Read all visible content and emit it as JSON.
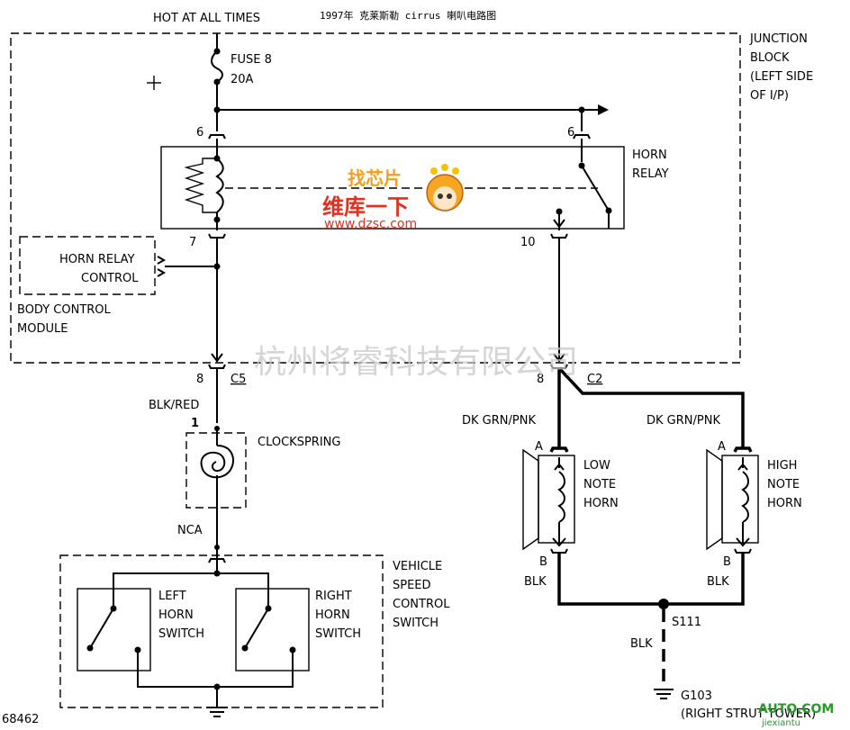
{
  "header": {
    "hot_label": "HOT AT ALL TIMES",
    "title": "1997年 克莱斯勒 cirrus 喇叭电路图"
  },
  "junction_block": {
    "line1": "JUNCTION",
    "line2": "BLOCK",
    "line3": "(LEFT SIDE",
    "line4": "OF I/P)"
  },
  "fuse": {
    "name": "FUSE 8",
    "rating": "20A"
  },
  "horn_relay": {
    "label_line1": "HORN",
    "label_line2": "RELAY",
    "pin_in_left": "6",
    "pin_in_right": "6",
    "pin_out_left": "7",
    "pin_out_right": "10"
  },
  "body_control_module": {
    "box_line1": "HORN RELAY",
    "box_line2": "CONTROL",
    "label_line1": "BODY CONTROL",
    "label_line2": "MODULE"
  },
  "connectors": {
    "c5_pin": "8",
    "c5_name": "C5",
    "c2_pin": "8",
    "c2_name": "C2"
  },
  "wires": {
    "blk_red": "BLK/RED",
    "nca": "NCA",
    "dk_grn_pnk_left": "DK GRN/PNK",
    "dk_grn_pnk_right": "DK GRN/PNK",
    "blk_low": "BLK",
    "blk_high": "BLK",
    "blk_ground": "BLK"
  },
  "clockspring": {
    "pin": "1",
    "label": "CLOCKSPRING"
  },
  "speed_control": {
    "line1": "VEHICLE",
    "line2": "SPEED",
    "line3": "CONTROL",
    "line4": "SWITCH",
    "left_switch_line1": "LEFT",
    "left_switch_line2": "HORN",
    "left_switch_line3": "SWITCH",
    "right_switch_line1": "RIGHT",
    "right_switch_line2": "HORN",
    "right_switch_line3": "SWITCH"
  },
  "low_horn": {
    "pin_a": "A",
    "pin_b": "B",
    "line1": "LOW",
    "line2": "NOTE",
    "line3": "HORN"
  },
  "high_horn": {
    "pin_a": "A",
    "pin_b": "B",
    "line1": "HIGH",
    "line2": "NOTE",
    "line3": "HORN"
  },
  "splice": {
    "name": "S111"
  },
  "ground": {
    "name": "G103",
    "location": "(RIGHT STRUT TOWER)"
  },
  "diagram_number": "68462",
  "watermarks": {
    "company": "杭州将睿科技有限公司",
    "site_cn": "维库一下",
    "site_url": "www.dzsc.com",
    "site_top": "找芯片",
    "corner_brand": "AUTO.COM",
    "corner_url": "jiexiantu"
  }
}
